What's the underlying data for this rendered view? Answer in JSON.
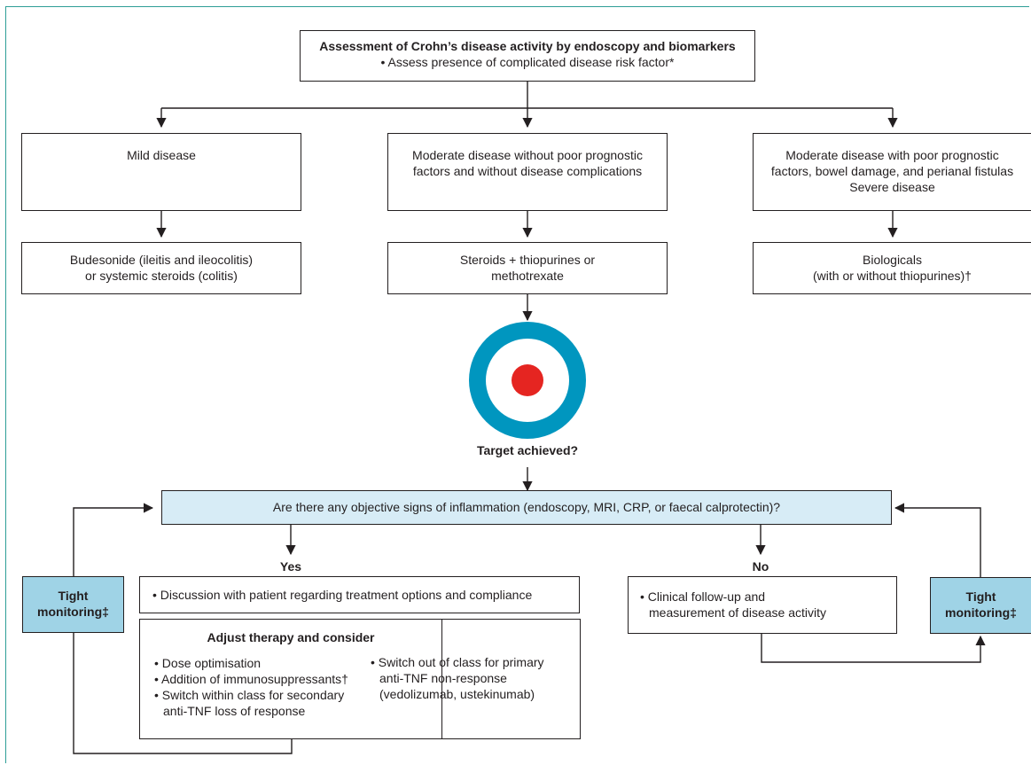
{
  "assessment": {
    "title": "Assessment of Crohn’s disease activity by endoscopy and biomarkers",
    "bullet": "• Assess presence of complicated disease risk factor*"
  },
  "severity": {
    "mild": "Mild disease",
    "moderate": [
      "Moderate disease without poor prognostic",
      "factors and without disease complications"
    ],
    "severe": [
      "Moderate disease with poor prognostic",
      "factors, bowel damage, and perianal fistulas",
      "Severe disease"
    ]
  },
  "treatment": {
    "mild": [
      "Budesonide (ileitis and ileocolitis)",
      "or systemic steroids (colitis)"
    ],
    "moderate": [
      "Steroids + thiopurines or",
      "methotrexate"
    ],
    "severe": [
      "Biologicals",
      "(with or without thiopurines)†"
    ]
  },
  "target": {
    "label": "Target achieved?",
    "colors": {
      "ring": "#0096bf",
      "inner": "#ffffff",
      "center": "#e52521"
    }
  },
  "question": "Are there any objective signs of inflammation (endoscopy, MRI, CRP, or faecal calprotectin)?",
  "branches": {
    "yes": "Yes",
    "no": "No"
  },
  "yes_branch": {
    "discussion": "• Discussion with patient regarding treatment options and compliance",
    "adjust": {
      "title": "Adjust therapy and consider",
      "left_items": [
        "• Dose optimisation",
        "• Addition of immunosuppressants†",
        "• Switch within class for secondary anti-TNF loss of response"
      ],
      "right_items": [
        "• Switch out of class for primary anti-TNF non-response (vedolizumab, ustekinumab)"
      ]
    }
  },
  "no_branch": {
    "followup": [
      "• Clinical follow-up and",
      "measurement of disease activity"
    ]
  },
  "monitoring": {
    "left": [
      "Tight",
      "monitoring‡"
    ],
    "right": [
      "Tight",
      "monitoring‡"
    ]
  },
  "colors": {
    "question_fill": "#d7ecf6",
    "monitoring_fill": "#9fd3e6",
    "frame": "#2e9e96"
  }
}
